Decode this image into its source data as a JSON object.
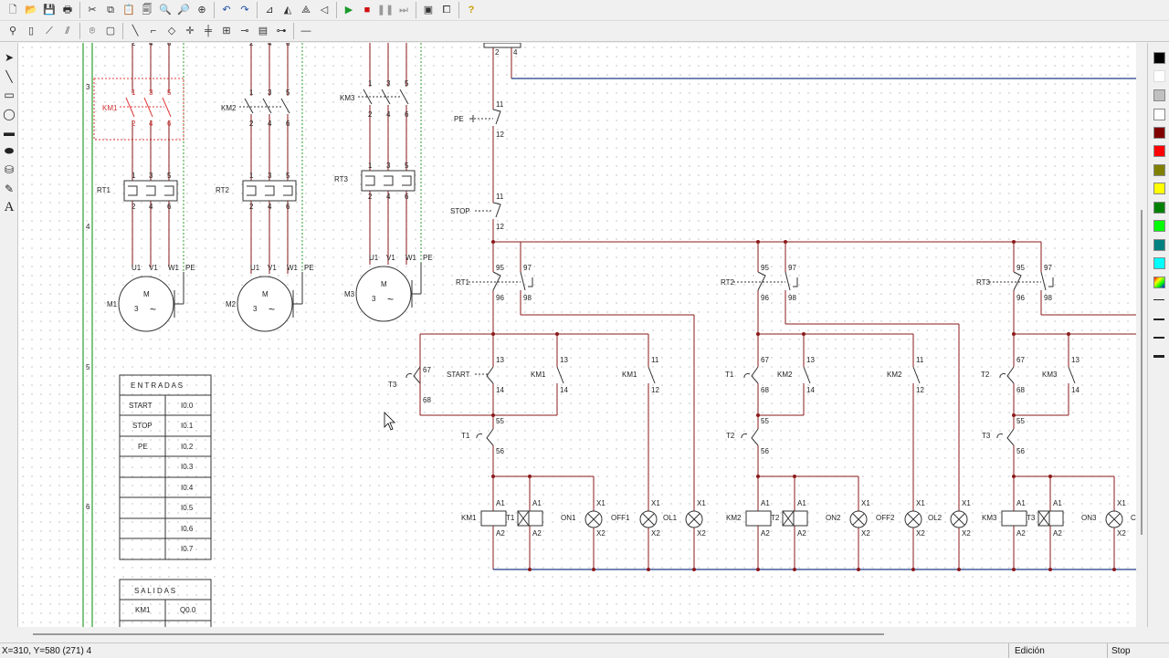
{
  "toolbar_main": {
    "buttons": [
      "new-file-icon",
      "open-folder-icon",
      "save-icon",
      "print-icon",
      "cut-icon",
      "copy-icon",
      "paste-icon",
      "print-preview-icon",
      "find-icon",
      "zoom-icon",
      "zoom-fit-icon",
      "undo-icon",
      "redo-icon",
      "align-icon",
      "mirror-icon",
      "rotate-icon",
      "flip-icon",
      "run-icon",
      "stop-icon",
      "pause-icon",
      "step-icon",
      "monitor-icon",
      "window-icon",
      "help-icon"
    ]
  },
  "toolbar_components": {
    "buttons": [
      "probe-icon",
      "contact-icon",
      "switch-icon",
      "multi-switch-icon",
      "coil-icon",
      "timer-icon",
      "line-icon",
      "line2-icon",
      "node-icon",
      "cross-icon",
      "junction-icon",
      "label-icon",
      "lamp-icon",
      "box-icon",
      "wire-icon"
    ]
  },
  "colors": {
    "palette": [
      "#000000",
      "#ffffff",
      "#c0c0c0",
      "#ffffff",
      "#800000",
      "#ff0000",
      "#808000",
      "#ffff00",
      "#008000",
      "#00ff00",
      "#008080",
      "#00ffff"
    ],
    "wire": "#8b1a1a",
    "green_rail": "#2e9c2e",
    "blue_rail": "#1f3c88",
    "selection": "#e03a3a"
  },
  "diagram": {
    "margin_numbers": [
      "3",
      "4",
      "5",
      "6"
    ],
    "power_circuit": {
      "contactors": [
        "KM1",
        "KM2",
        "KM3"
      ],
      "overloads": [
        "RT1",
        "RT2",
        "RT3"
      ],
      "motors": [
        "M1",
        "M2",
        "M3"
      ],
      "terminal_top": [
        "1",
        "3",
        "5"
      ],
      "terminal_bottom": [
        "2",
        "4",
        "6"
      ],
      "motor_terminals": [
        "U1",
        "V1",
        "W1",
        "PE"
      ],
      "motor_symbol": "M",
      "motor_phases": "3",
      "motor_wave": "~",
      "top_numbers": [
        "2",
        "4",
        "6"
      ]
    },
    "control_circuit": {
      "supply_terminals": [
        "2",
        "4"
      ],
      "pe_label": "PE",
      "stop_label": "STOP",
      "start_label": "START",
      "contact_numbers": [
        "11",
        "12",
        "13",
        "14",
        "95",
        "96",
        "97",
        "98",
        "55",
        "56",
        "67",
        "68"
      ],
      "overload_labels": [
        "RT1",
        "RT2",
        "RT3"
      ],
      "seal_labels": [
        "KM1",
        "KM2",
        "KM3"
      ],
      "interlock_labels": [
        "KM1",
        "KM2"
      ],
      "timer_contact_labels": [
        "T1",
        "T2",
        "T3"
      ],
      "coil_labels": [
        "KM1",
        "KM2",
        "KM3"
      ],
      "coil_terminals": [
        "A1",
        "A2",
        "X1",
        "X2"
      ],
      "timer_coils": [
        "T1",
        "T2",
        "T3"
      ],
      "lamps": [
        {
          "on": "ON1",
          "off": "OFF1",
          "ol": "OL1"
        },
        {
          "on": "ON2",
          "off": "OFF2",
          "ol": "OL2"
        },
        {
          "on": "ON3",
          "off": "C",
          "ol": ""
        }
      ]
    },
    "entradas_table": {
      "title": "E N T R A D A S",
      "rows": [
        {
          "name": "START",
          "addr": "I0.0"
        },
        {
          "name": "STOP",
          "addr": "I0.1"
        },
        {
          "name": "PE",
          "addr": "I0.2"
        },
        {
          "name": "",
          "addr": "I0.3"
        },
        {
          "name": "",
          "addr": "I0.4"
        },
        {
          "name": "",
          "addr": "I0.5"
        },
        {
          "name": "",
          "addr": "I0.6"
        },
        {
          "name": "",
          "addr": "I0.7"
        }
      ]
    },
    "salidas_table": {
      "title": "S A L I D A S",
      "rows": [
        {
          "name": "KM1",
          "addr": "Q0.0"
        }
      ]
    }
  },
  "status": {
    "coords": "X=310, Y=580 (271) 4",
    "mode": "Edición",
    "run_state": "Stop"
  }
}
